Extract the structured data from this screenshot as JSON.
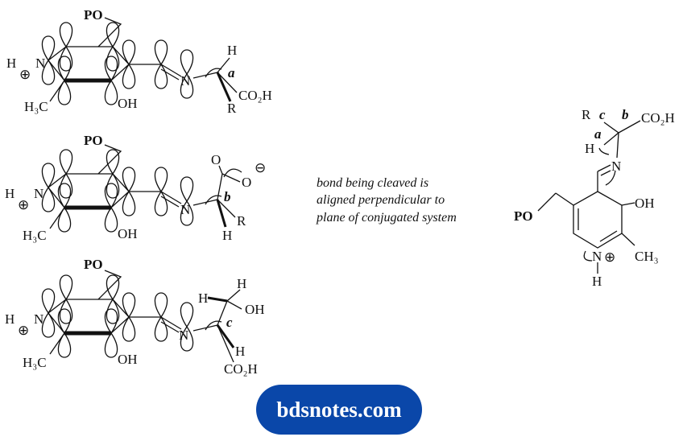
{
  "structures": [
    {
      "po": "PO",
      "h": "H",
      "n": "N",
      "plus": "⊕",
      "h3c": "H₃C",
      "oh": "OH",
      "n2": "N",
      "side": {
        "h": "H",
        "a": "a",
        "co2h": "CO₂H",
        "r": "R"
      }
    },
    {
      "po": "PO",
      "h": "H",
      "n": "N",
      "plus": "⊕",
      "h3c": "H₃C",
      "oh": "OH",
      "n2": "N",
      "side": {
        "o": "O",
        "o2": "O",
        "minus": "⊖",
        "b": "b",
        "r": "R",
        "h": "H"
      }
    },
    {
      "po": "PO",
      "h": "H",
      "n": "N",
      "plus": "⊕",
      "h3c": "H₃C",
      "oh": "OH",
      "n2": "N",
      "side": {
        "h1": "H",
        "h2": "H",
        "oh": "OH",
        "c": "c",
        "h3": "H",
        "co2h": "CO₂H"
      }
    }
  ],
  "caption": [
    "bond being cleaved is",
    "aligned perpendicular to",
    "plane of conjugated system"
  ],
  "pyridoxal": {
    "r": "R",
    "c": "c",
    "b": "b",
    "co2h": "CO₂H",
    "a": "a",
    "h": "H",
    "n_imine": "N",
    "oh": "OH",
    "po": "PO",
    "n_ring": "N",
    "plus": "⊕",
    "ch3": "CH₃",
    "h_n": "H"
  },
  "badge": {
    "label": "bdsnotes.com",
    "color": "#0a47a9"
  }
}
